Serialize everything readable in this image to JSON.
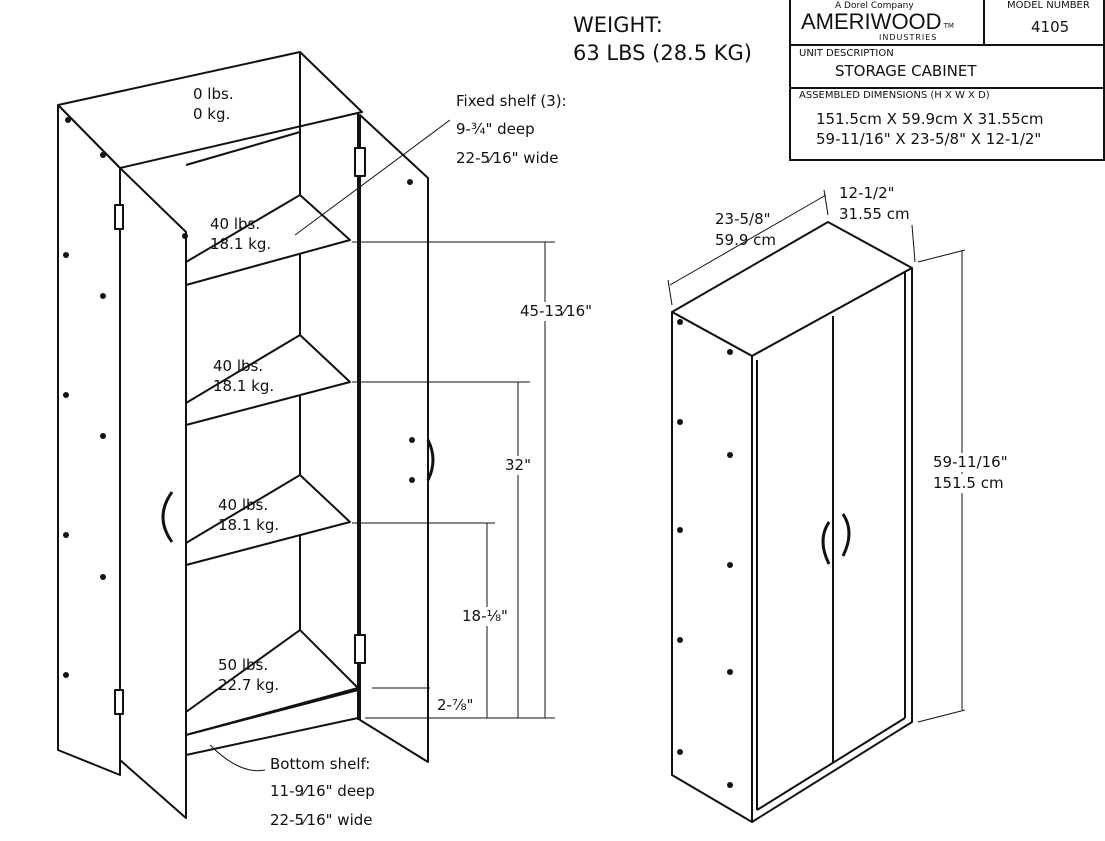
{
  "weight": {
    "label": "WEIGHT:",
    "value": "63 LBS (28.5 KG)"
  },
  "title_block": {
    "company_tagline": "A Dorel Company",
    "brand": "AMERIWOOD",
    "brand_sub": "INDUSTRIES",
    "tm": "TM",
    "model_label": "MODEL NUMBER",
    "model_number": "4105",
    "unit_desc_label": "UNIT DESCRIPTION",
    "unit_desc": "STORAGE CABINET",
    "dims_label": "ASSEMBLED DIMENSIONS (H X W X D)",
    "dims_metric": "151.5cm X 59.9cm X 31.55cm",
    "dims_imperial": "59-11/16\" X 23-5/8\" X 12-1/2\""
  },
  "open_view": {
    "top_load": [
      "0 lbs.",
      "0 kg."
    ],
    "shelf_loads": [
      [
        "40 lbs.",
        "18.1 kg."
      ],
      [
        "40 lbs.",
        "18.1 kg."
      ],
      [
        "40 lbs.",
        "18.1 kg."
      ],
      [
        "50 lbs.",
        "22.7 kg."
      ]
    ],
    "fixed_shelf": {
      "title": "Fixed shelf (3):",
      "deep": "9-¾\" deep",
      "wide": "22-5⁄16\" wide"
    },
    "bottom_shelf": {
      "title": "Bottom shelf:",
      "deep": "11-9⁄16\" deep",
      "wide": "22-5⁄16\" wide"
    },
    "heights": [
      "45-13⁄16\"",
      "32\"",
      "18-⅛\"",
      "2-⅞\""
    ]
  },
  "closed_view": {
    "width": [
      "23-5/8\"",
      "59.9 cm"
    ],
    "depth": [
      "12-1/2\"",
      "31.55 cm"
    ],
    "height": [
      "59-11/16\"",
      "151.5 cm"
    ]
  }
}
